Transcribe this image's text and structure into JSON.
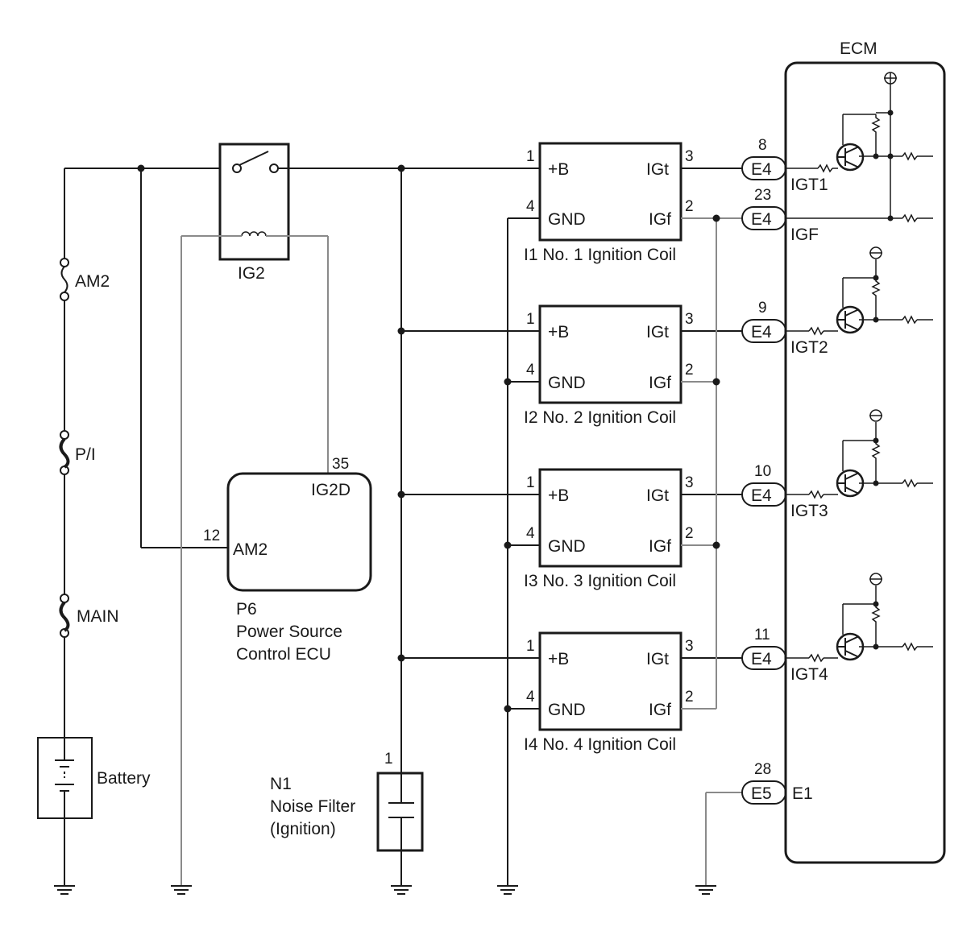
{
  "ecm": {
    "title": "ECM"
  },
  "relay": {
    "name": "IG2"
  },
  "fuses": [
    "AM2",
    "P/I",
    "MAIN"
  ],
  "battery": {
    "label": "Battery"
  },
  "power_ecu": {
    "code": "P6",
    "name_line1": "Power Source",
    "name_line2": "Control ECU",
    "pin_ig2d": "35",
    "term_ig2d": "IG2D",
    "pin_am2": "12",
    "term_am2": "AM2"
  },
  "noise_filter": {
    "pin": "1",
    "code": "N1",
    "name": "Noise Filter",
    "sub": "(Ignition)"
  },
  "coils": [
    {
      "label": "I1 No. 1 Ignition Coil",
      "pin_b": "1",
      "term_b": "+B",
      "pin_gnd": "4",
      "term_gnd": "GND",
      "pin_igt": "3",
      "term_igt": "IGt",
      "pin_igf": "2",
      "term_igf": "IGf"
    },
    {
      "label": "I2 No. 2 Ignition Coil",
      "pin_b": "1",
      "term_b": "+B",
      "pin_gnd": "4",
      "term_gnd": "GND",
      "pin_igt": "3",
      "term_igt": "IGt",
      "pin_igf": "2",
      "term_igf": "IGf"
    },
    {
      "label": "I3 No. 3 Ignition Coil",
      "pin_b": "1",
      "term_b": "+B",
      "pin_gnd": "4",
      "term_gnd": "GND",
      "pin_igt": "3",
      "term_igt": "IGt",
      "pin_igf": "2",
      "term_igf": "IGf"
    },
    {
      "label": "I4 No. 4 Ignition Coil",
      "pin_b": "1",
      "term_b": "+B",
      "pin_gnd": "4",
      "term_gnd": "GND",
      "pin_igt": "3",
      "term_igt": "IGt",
      "pin_igf": "2",
      "term_igf": "IGf"
    }
  ],
  "ecm_connectors": [
    {
      "pin": "8",
      "conn": "E4",
      "signal": "IGT1"
    },
    {
      "pin": "23",
      "conn": "E4",
      "signal": "IGF"
    },
    {
      "pin": "9",
      "conn": "E4",
      "signal": "IGT2"
    },
    {
      "pin": "10",
      "conn": "E4",
      "signal": "IGT3"
    },
    {
      "pin": "11",
      "conn": "E4",
      "signal": "IGT4"
    },
    {
      "pin": "28",
      "conn": "E5",
      "signal": "E1"
    }
  ]
}
